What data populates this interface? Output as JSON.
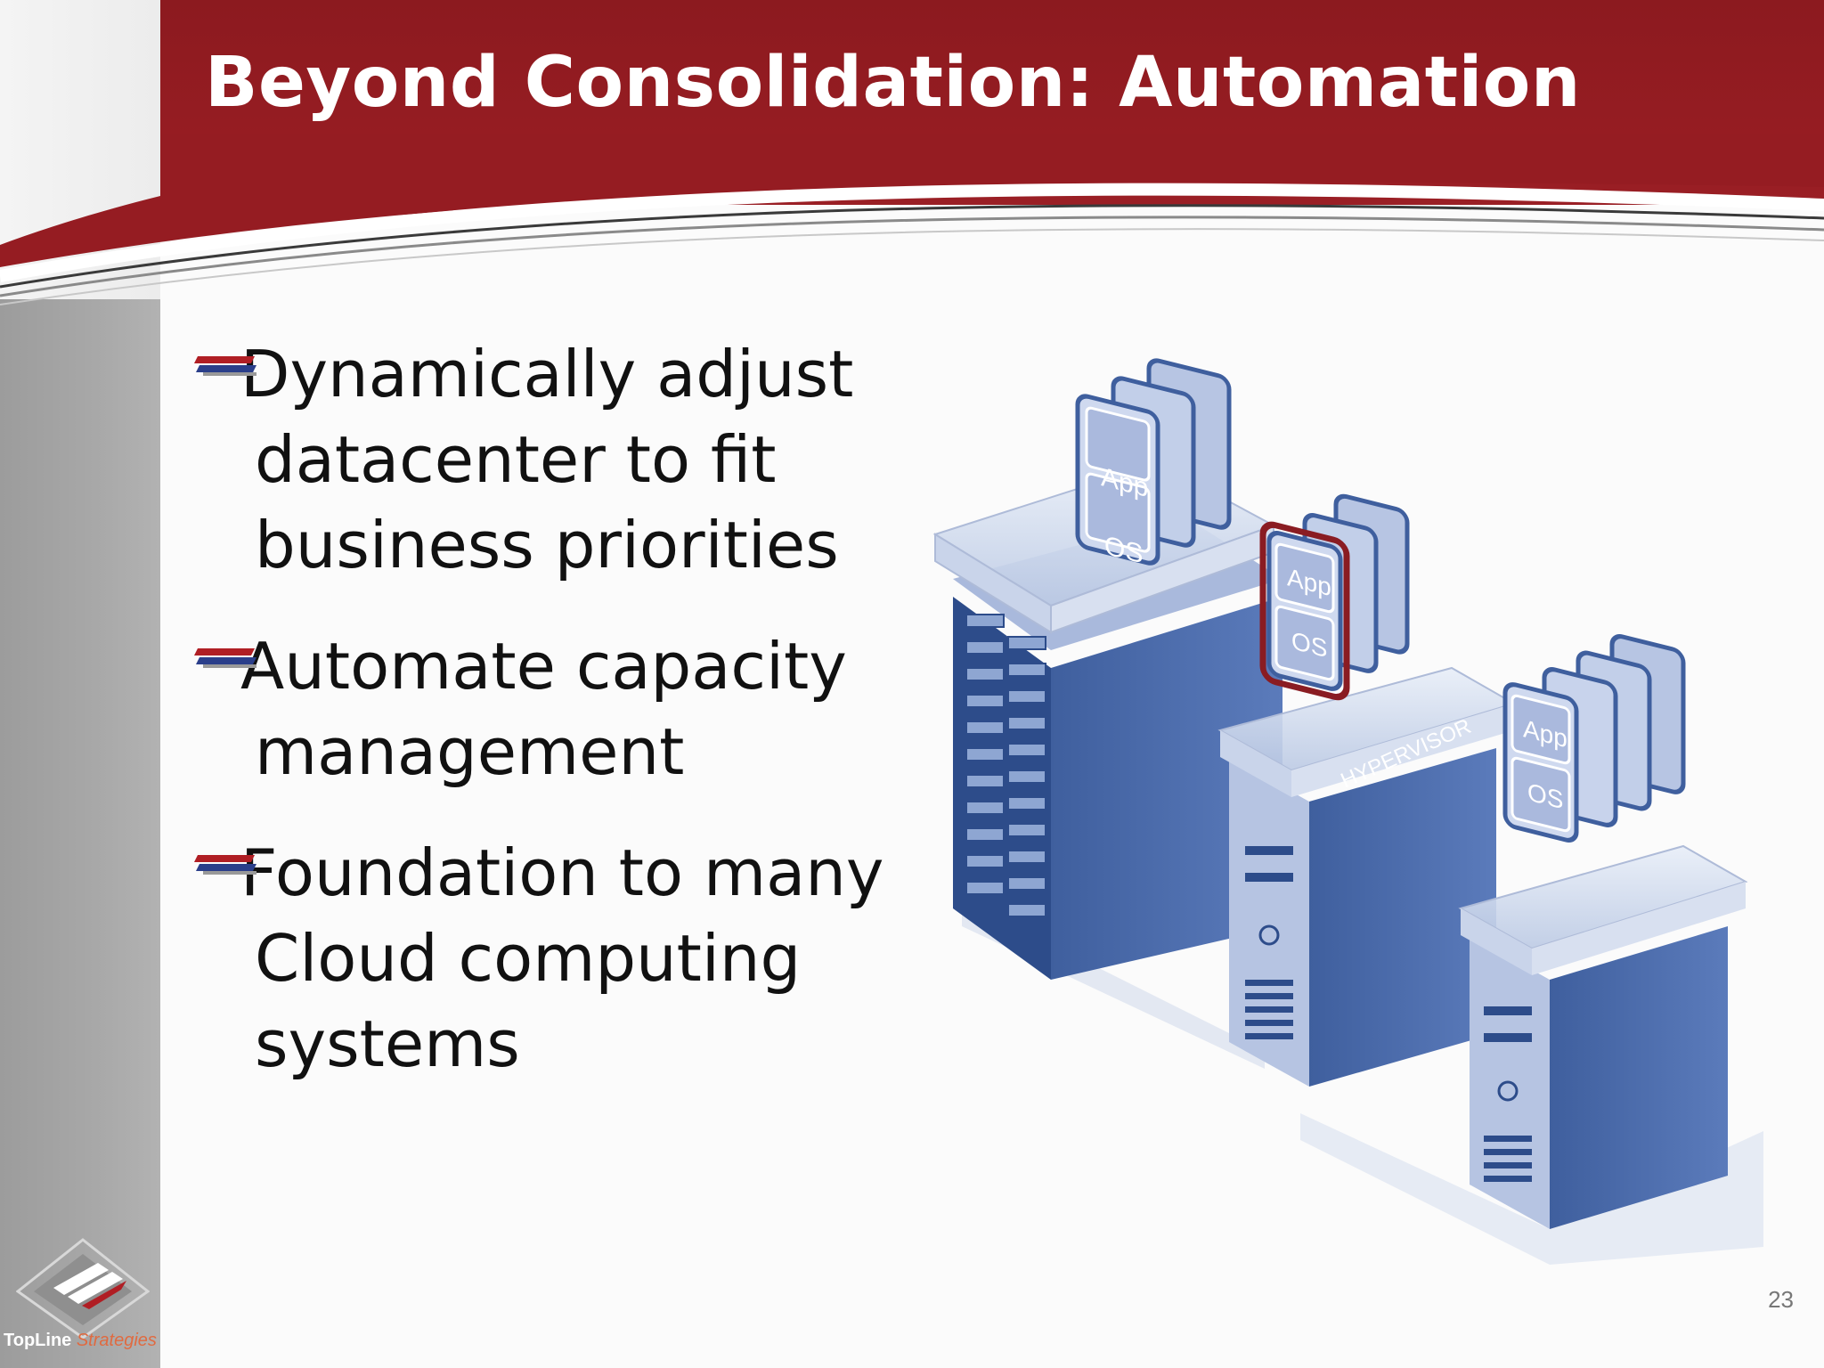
{
  "slide": {
    "title": "Beyond Consolidation: Automation",
    "page_number": "23",
    "colors": {
      "header": "#951c22",
      "accent": "#8a1c22",
      "server_blue": "#4a6aa8"
    }
  },
  "bullets": [
    {
      "text": "Dynamically adjust datacenter to fit business priorities"
    },
    {
      "text": "Automate capacity management"
    },
    {
      "text": "Foundation to many Cloud computing systems"
    }
  ],
  "illustration": {
    "hypervisor_label": "HYPERVISOR",
    "vm_app_label": "App",
    "vm_os_label": "OS"
  },
  "logo": {
    "name_part1": "TopLine",
    "name_part2": "Strategies"
  }
}
